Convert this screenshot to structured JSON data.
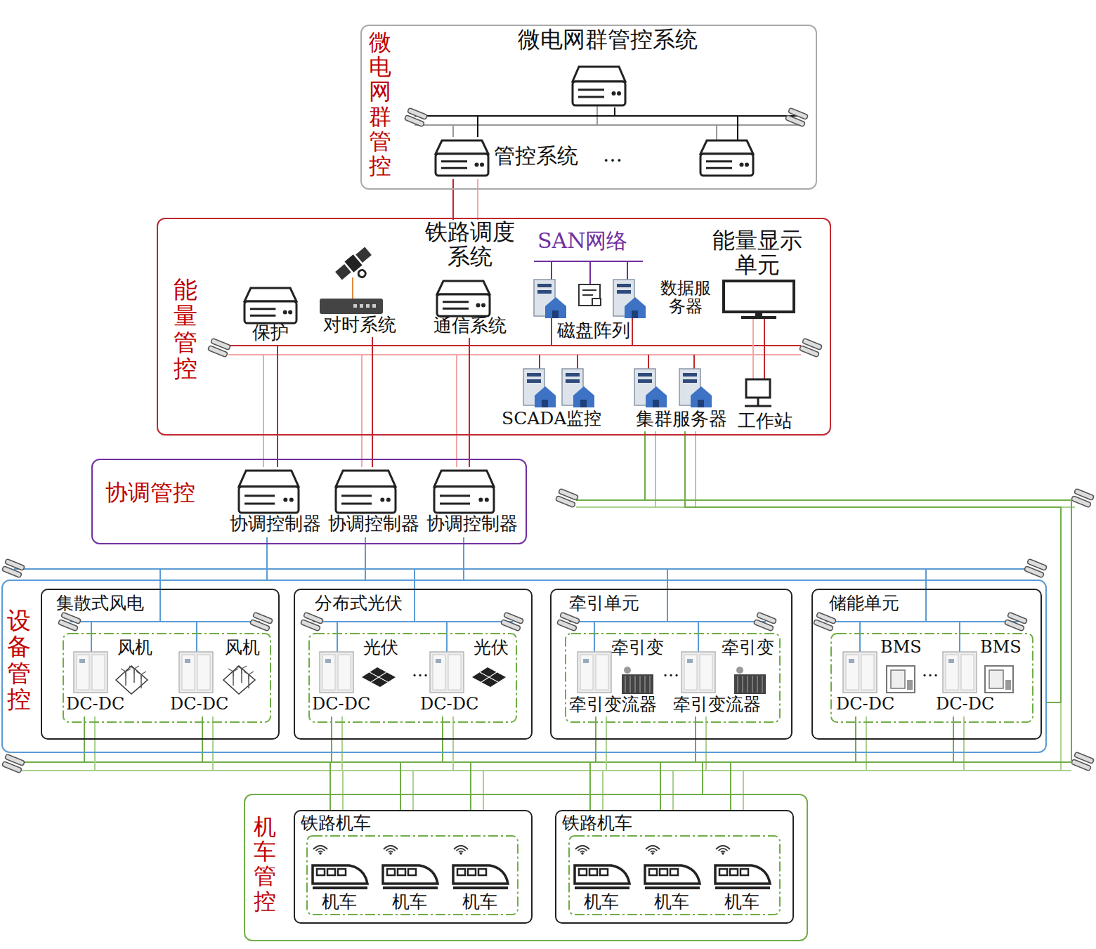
{
  "diagram": {
    "nodes": [
      {
        "text": [
          "微电网群管控"
        ]
      },
      {
        "text": [
          "微电网群管控系统"
        ],
        "in": 0
      },
      {
        "text": [
          "管控系统"
        ],
        "in": 0
      },
      {
        "text": [
          "能量管控"
        ]
      },
      {
        "text": [
          "保护"
        ],
        "in": 3
      },
      {
        "text": [
          "对时系统"
        ],
        "in": 3
      },
      {
        "text": [
          "铁路调度系统",
          "通信系统"
        ],
        "in": 3
      },
      {
        "text": [
          "磁盘阵列"
        ],
        "in": 3
      },
      {
        "text": [
          "数据服务器"
        ],
        "in": 3
      },
      {
        "text": [
          "能量显示单元"
        ],
        "in": 3
      },
      {
        "text": [
          "SCADA监控"
        ],
        "in": 3
      },
      {
        "text": [
          "集群服务器"
        ],
        "in": 3
      },
      {
        "text": [
          "工作站"
        ],
        "in": 3
      },
      {
        "text": [
          "协调管控"
        ]
      },
      {
        "text": [
          "协调控制器"
        ],
        "in": 13
      },
      {
        "text": [
          "协调控制器"
        ],
        "in": 13
      },
      {
        "text": [
          "协调控制器"
        ],
        "in": 13
      },
      {
        "text": [
          "设备管控"
        ]
      },
      {
        "text": [
          "集散式风电"
        ],
        "in": 17
      },
      {
        "text": [
          "DC-DC",
          "风机"
        ],
        "in": 18
      },
      {
        "text": [
          "DC-DC",
          "风机"
        ],
        "in": 18
      },
      {
        "text": [
          "分布式光伏"
        ],
        "in": 17
      },
      {
        "text": [
          "DC-DC",
          "光伏"
        ],
        "in": 21
      },
      {
        "text": [
          "DC-DC",
          "光伏"
        ],
        "in": 21
      },
      {
        "text": [
          "牵引单元"
        ],
        "in": 17
      },
      {
        "text": [
          "牵引变流器",
          "牵引变"
        ],
        "in": 24
      },
      {
        "text": [
          "牵引变流器",
          "牵引变"
        ],
        "in": 24
      },
      {
        "text": [
          "储能单元"
        ],
        "in": 17
      },
      {
        "text": [
          "DC-DC",
          "BMS"
        ],
        "in": 27
      },
      {
        "text": [
          "DC-DC",
          "BMS"
        ],
        "in": 27
      },
      {
        "text": [
          "机车管控"
        ]
      },
      {
        "text": [
          "铁路机车"
        ],
        "in": 30
      },
      {
        "text": [
          "机车"
        ],
        "in": 31
      },
      {
        "text": [
          "机车"
        ],
        "in": 31
      },
      {
        "text": [
          "机车"
        ],
        "in": 31
      },
      {
        "text": [
          "铁路机车"
        ],
        "in": 30
      },
      {
        "text": [
          "机车"
        ],
        "in": 35
      },
      {
        "text": [
          "机车"
        ],
        "in": 35
      },
      {
        "text": [
          "机车"
        ],
        "in": 35
      }
    ],
    "edges": [
      {
        "from": 1,
        "to": 2,
        "arrow": "none"
      },
      {
        "from": 2,
        "to": 6,
        "arrow": "none"
      },
      {
        "from": 4,
        "to": 14,
        "arrow": "none"
      },
      {
        "from": 5,
        "to": 15,
        "arrow": "none"
      },
      {
        "from": 6,
        "to": 16,
        "arrow": "none"
      },
      {
        "from": 14,
        "to": 17,
        "arrow": "none"
      },
      {
        "from": 15,
        "to": 17,
        "arrow": "none"
      },
      {
        "from": 16,
        "to": 17,
        "arrow": "none"
      },
      {
        "from": 11,
        "to": 30,
        "arrow": "none"
      },
      {
        "from": 11,
        "to": 17,
        "arrow": "none"
      }
    ],
    "labels": [
      "…",
      "SAN网络",
      "…",
      "…",
      "…"
    ]
  }
}
